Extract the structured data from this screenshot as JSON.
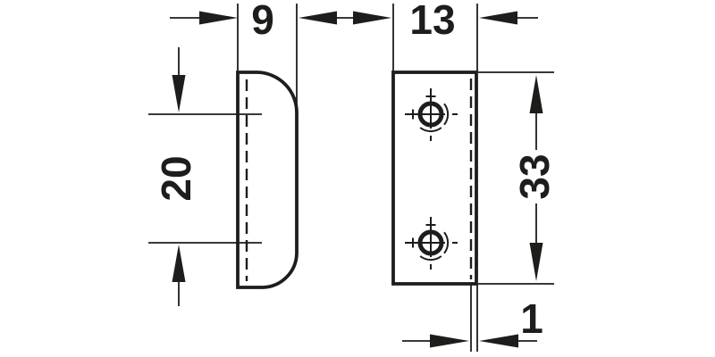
{
  "colors": {
    "line": "#1d1d1b",
    "background": "#ffffff"
  },
  "drawing": {
    "type": "technical-dimension-drawing",
    "views": {
      "side_view": "side profile with rounded front edge and hidden-edge dashed line",
      "front_view": "flat plate with two drill hole position symbols and hidden-edge dashed line"
    },
    "icons": [
      "drill-hole-position-icon"
    ],
    "dimensions": {
      "side_width_mm": "9",
      "front_width_mm": "13",
      "hole_spacing_mm": "20",
      "height_mm": "33",
      "thickness_mm": "1"
    }
  }
}
